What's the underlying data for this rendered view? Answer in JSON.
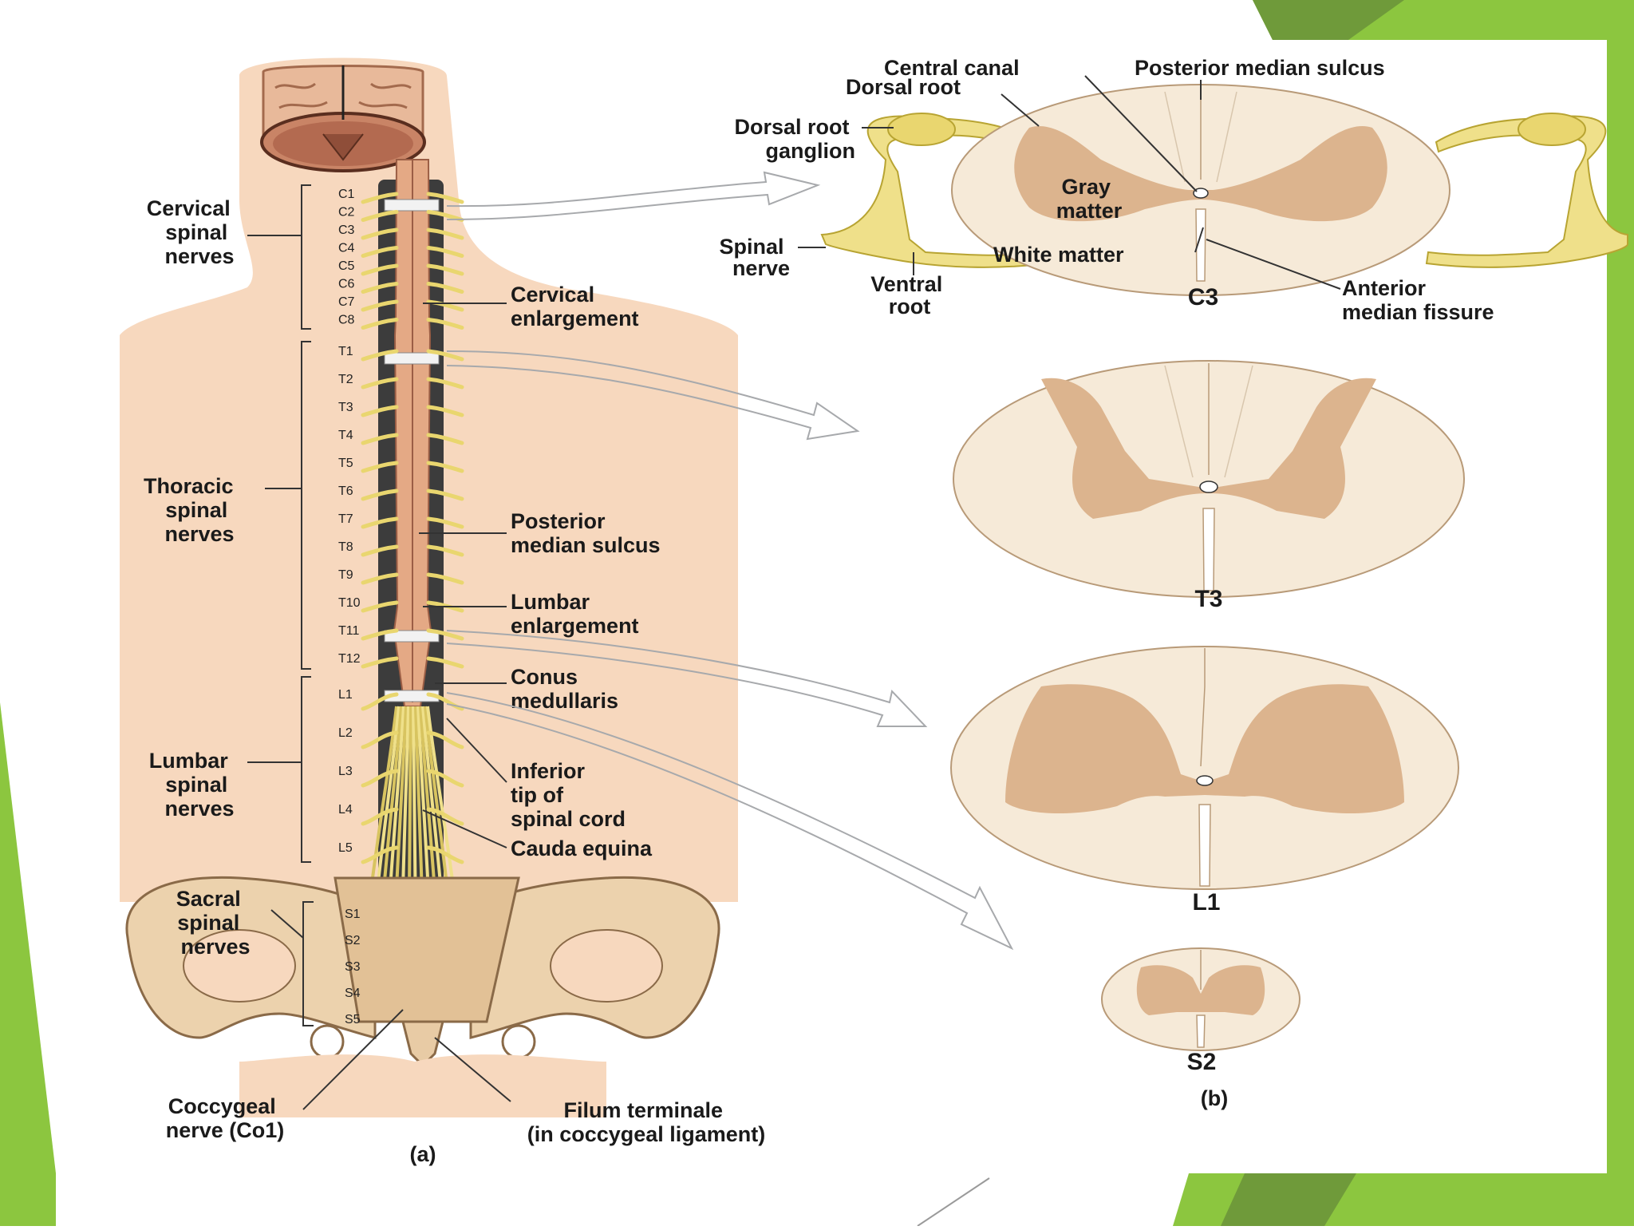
{
  "panel_a": {
    "caption": "(a)",
    "regions": [
      {
        "name": [
          "Cervical",
          "spinal",
          "nerves"
        ]
      },
      {
        "name": [
          "Thoracic",
          "spinal",
          "nerves"
        ]
      },
      {
        "name": [
          "Lumbar",
          "spinal",
          "nerves"
        ]
      },
      {
        "name": [
          "Sacral",
          "spinal",
          "nerves"
        ]
      }
    ],
    "segments": {
      "cervical": [
        "C1",
        "C2",
        "C3",
        "C4",
        "C5",
        "C6",
        "C7",
        "C8"
      ],
      "thoracic": [
        "T1",
        "T2",
        "T3",
        "T4",
        "T5",
        "T6",
        "T7",
        "T8",
        "T9",
        "T10",
        "T11",
        "T12"
      ],
      "lumbar": [
        "L1",
        "L2",
        "L3",
        "L4",
        "L5"
      ],
      "sacral": [
        "S1",
        "S2",
        "S3",
        "S4",
        "S5"
      ]
    },
    "labels": {
      "cervical_enlargement": [
        "Cervical",
        "enlargement"
      ],
      "posterior_median_sulcus": [
        "Posterior",
        "median sulcus"
      ],
      "lumbar_enlargement": [
        "Lumbar",
        "enlargement"
      ],
      "conus_medullaris": [
        "Conus",
        "medullaris"
      ],
      "inferior_tip": [
        "Inferior",
        "tip of",
        "spinal cord"
      ],
      "cauda_equina": "Cauda equina",
      "coccygeal_nerve": [
        "Coccygeal",
        "nerve (Co1)"
      ],
      "filum_terminale": [
        "Filum terminale",
        "(in coccygeal ligament)"
      ]
    }
  },
  "panel_b": {
    "caption": "(b)",
    "labels": {
      "central_canal": "Central canal",
      "posterior_median_sulcus": "Posterior median sulcus",
      "dorsal_root": "Dorsal root",
      "dorsal_root_ganglion": [
        "Dorsal root",
        "ganglion"
      ],
      "gray_matter": [
        "Gray",
        "matter"
      ],
      "spinal_nerve": [
        "Spinal",
        "nerve"
      ],
      "white_matter": "White matter",
      "ventral_root": [
        "Ventral",
        "root"
      ],
      "anterior_median_fissure": [
        "Anterior",
        "median fissure"
      ]
    },
    "sections": [
      "C3",
      "T3",
      "L1",
      "S2"
    ]
  },
  "colors": {
    "accent_green": "#8cc63f",
    "accent_green_dark": "#6f9a3a",
    "white_matter": "#f6ead8",
    "gray_matter": "#dcb48e",
    "nerve_yellow": "#efe08a",
    "skin": "#f7d8be",
    "bone": "#ecd2ad"
  }
}
